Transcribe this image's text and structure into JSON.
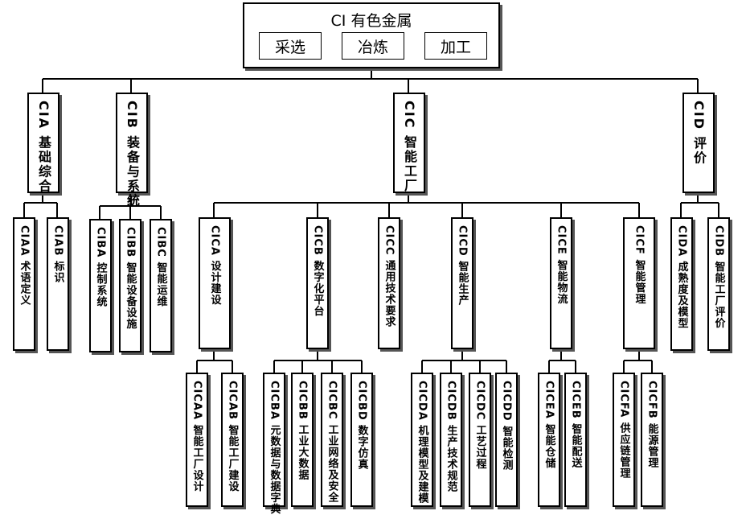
{
  "root": {
    "title": "CI 有色金属",
    "processes": [
      "采选",
      "冶炼",
      "加工"
    ]
  },
  "level1": {
    "cia": "CIA 基础综合",
    "cib": "CIB 装备与系统",
    "cic": "CIC 智能工厂",
    "cid": "CID 评价"
  },
  "level2": {
    "ciaa": "CIAA 术语定义",
    "ciab": "CIAB 标识",
    "ciba": "CIBA 控制系统",
    "cibb": "CIBB 智能设备设施",
    "cibc": "CIBC 智能运维",
    "cica": "CICA 设计建设",
    "cicb": "CICB 数字化平台",
    "cicc": "CICC 通用技术要求",
    "cicd": "CICD 智能生产",
    "cice": "CICE 智能物流",
    "cicf": "CICF 智能管理",
    "cida": "CIDA 成熟度及模型",
    "cidb": "CIDB 智能工厂评价"
  },
  "level3": {
    "cicaa": "CICAA 智能工厂设计",
    "cicab": "CICAB 智能工厂建设",
    "cicba": "CICBA 元数据与数据字典",
    "cicbb": "CICBB 工业大数据",
    "cicbc": "CICBC 工业网络及安全",
    "cicbd": "CICBD 数字仿真",
    "cicda": "CICDA 机理模型及建模",
    "cicdb": "CICDB 生产技术规范",
    "cicdc": "CICDC 工艺过程",
    "cicdd": "CICDD 智能检测",
    "cicea": "CICEA 智能仓储",
    "ciceb": "CICEB 智能配送",
    "cicfa": "CICFA 供应链管理",
    "cicfb": "CICFB 能源管理"
  }
}
